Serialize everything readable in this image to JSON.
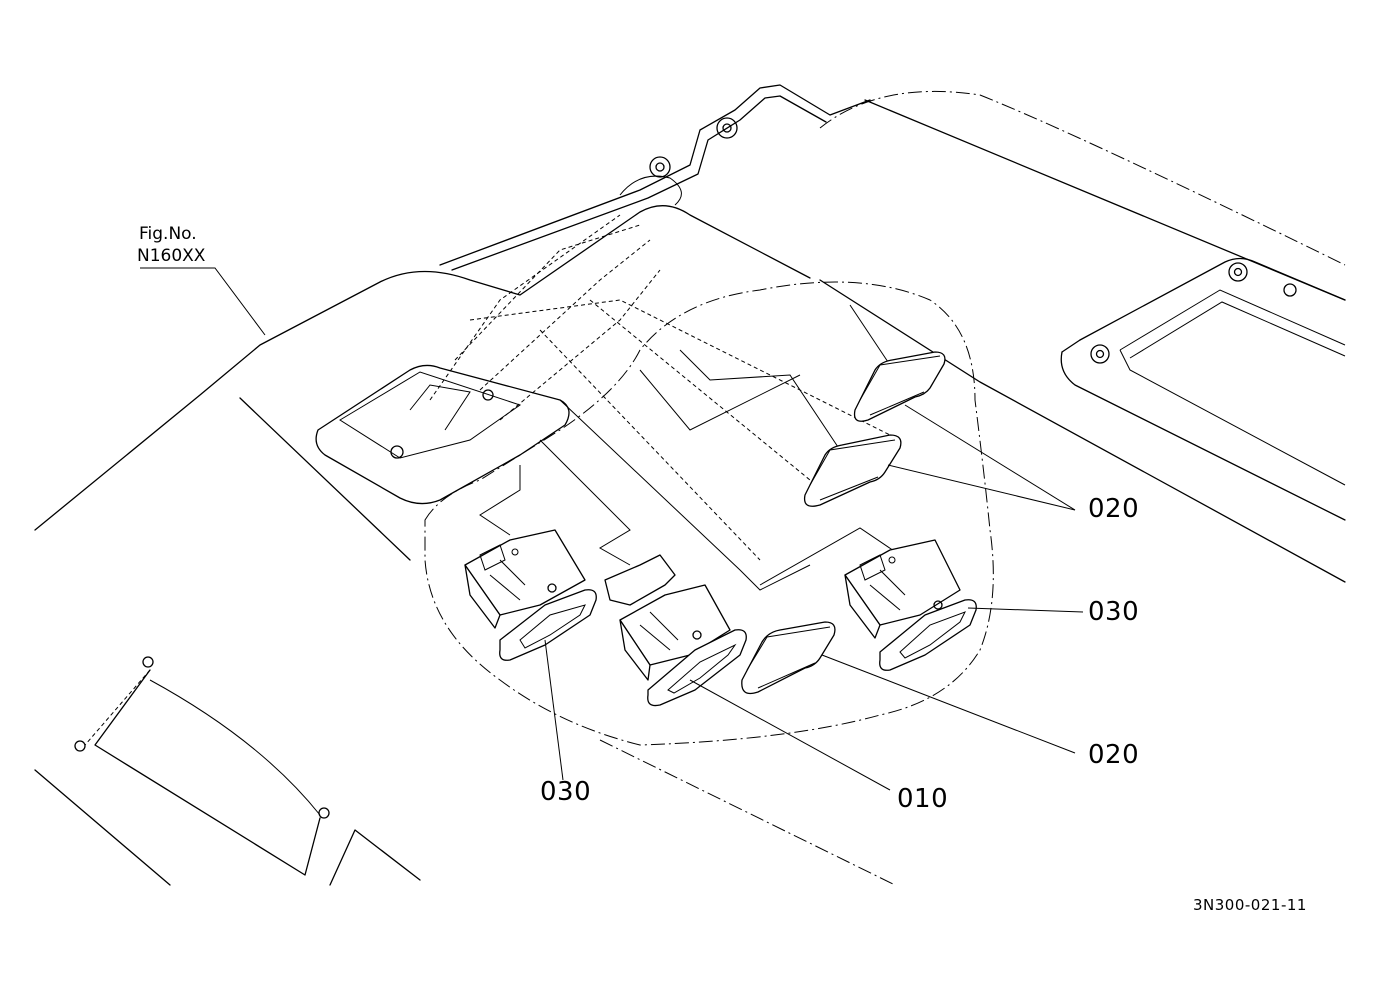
{
  "figure_ref": {
    "line1": "Fig.No.",
    "line2": "N160XX"
  },
  "callouts": [
    {
      "id": "020-top",
      "text": "020"
    },
    {
      "id": "030-right",
      "text": "030"
    },
    {
      "id": "020-bottom",
      "text": "020"
    },
    {
      "id": "030-left",
      "text": "030"
    },
    {
      "id": "010",
      "text": "010"
    }
  ],
  "drawing_number": "3N300-021-11"
}
